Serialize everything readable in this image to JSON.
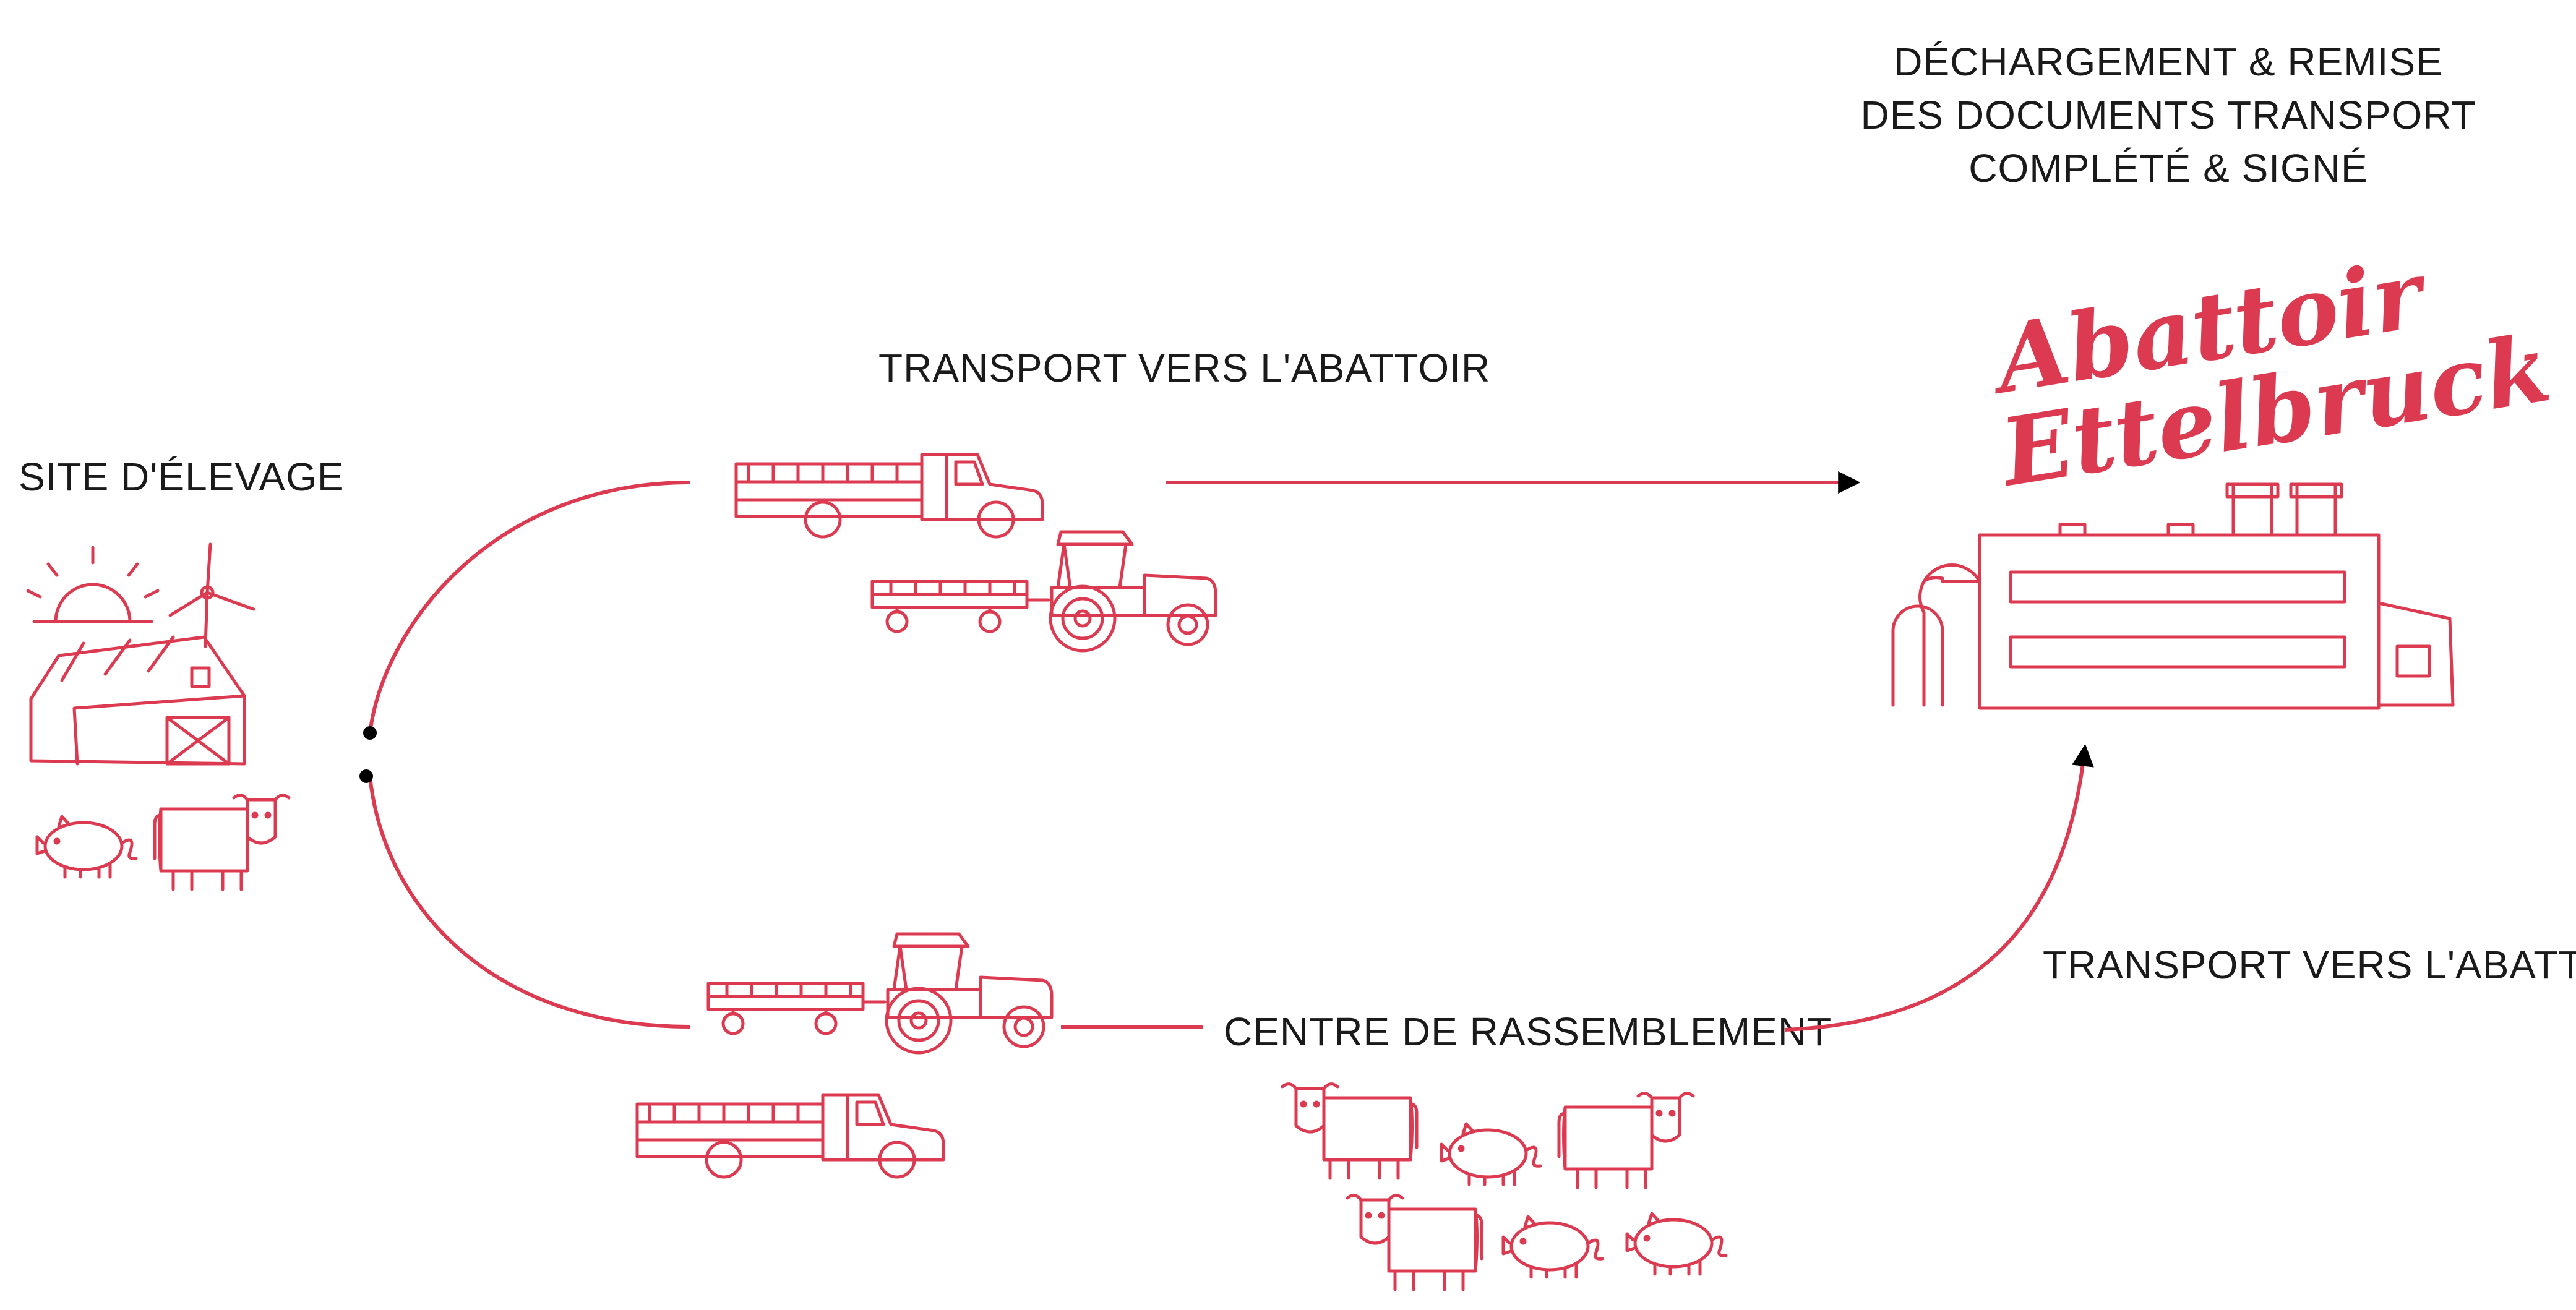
{
  "colors": {
    "accent": "#dc3a50",
    "text": "#1a1a1a",
    "dot": "#000000"
  },
  "labels": {
    "farm": "SITE D'ÉLEVAGE",
    "transport_top": "TRANSPORT VERS L'ABATTOIR",
    "transport_bottom": "TRANSPORT VERS L'ABATTOIR",
    "collection_center": "CENTRE DE RASSEMBLEMENT",
    "unloading": [
      "DÉCHARGEMENT & REMISE",
      "DES DOCUMENTS TRANSPORT",
      "COMPLÉTÉ & SIGNÉ"
    ]
  },
  "logo": {
    "line1": "Abattoir",
    "line2": "Ettelbruck"
  },
  "icons": [
    "sun-icon",
    "wind-turbine-icon",
    "barn-icon",
    "pig-icon",
    "cow-icon",
    "truck-icon",
    "tractor-trailer-icon",
    "slaughterhouse-icon"
  ]
}
